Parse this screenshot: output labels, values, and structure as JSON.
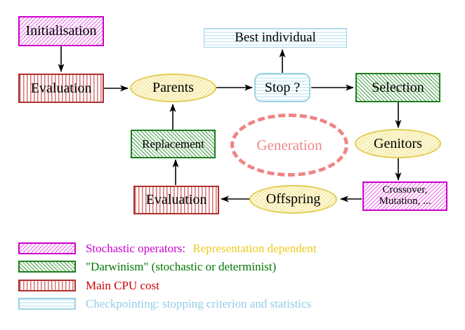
{
  "diagram": {
    "nodes": {
      "initialisation": {
        "label": "Initialisation"
      },
      "evaluation_top": {
        "label": "Evaluation"
      },
      "best_individual": {
        "label": "Best individual"
      },
      "parents": {
        "label": "Parents"
      },
      "stop": {
        "label": "Stop ?"
      },
      "selection": {
        "label": "Selection"
      },
      "replacement": {
        "label": "Replacement"
      },
      "generation": {
        "label": "Generation"
      },
      "genitors": {
        "label": "Genitors"
      },
      "evaluation_bottom": {
        "label": "Evaluation"
      },
      "offspring": {
        "label": "Offspring"
      },
      "crossover_mutation": {
        "line1": "Crossover,",
        "line2": "Mutation, ..."
      }
    },
    "legend": [
      {
        "style": "hatch-magenta",
        "text_primary": "Stochastic operators:",
        "text_secondary": "Representation dependent"
      },
      {
        "style": "hatch-green",
        "text_primary": "\"Darwinism\" (stochastic or determinist)"
      },
      {
        "style": "stripe-red",
        "text_primary": "Main CPU cost"
      },
      {
        "style": "stripe-cyan",
        "text_primary": "Checkpointing: stopping criterion and statistics"
      }
    ],
    "colors": {
      "magenta": "#cc00cc",
      "magenta_hatch": "#ec8bec",
      "red_border": "#b03030",
      "red_text": "#cc0000",
      "green_border": "#1f7e1f",
      "green_text": "#007700",
      "cyan_border": "#9fd3e3",
      "cyan_text": "#93cbe9",
      "yellow_border": "#e2cd55",
      "yellow_fill": "#fdf9dc",
      "gold_text": "#eecb1e",
      "coral": "#f08484",
      "arrow": "#000000"
    }
  }
}
